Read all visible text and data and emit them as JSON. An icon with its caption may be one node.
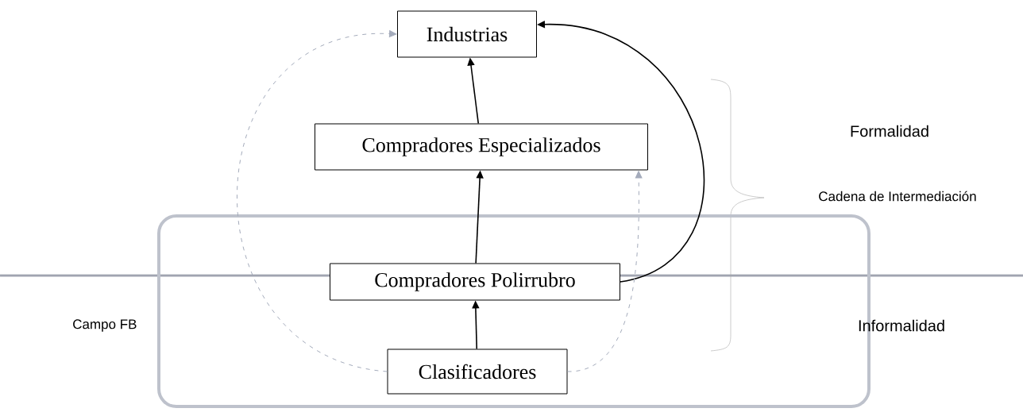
{
  "diagram": {
    "nodes": [
      {
        "text": [
          "Campo FB"
        ]
      },
      {
        "text": [
          "Industrias"
        ]
      },
      {
        "text": [
          "Compradores Especializados"
        ]
      },
      {
        "text": [
          "Compradores Polirrubro"
        ],
        "in": 0
      },
      {
        "text": [
          "Clasificadores"
        ],
        "in": 0
      }
    ],
    "edges": [
      {
        "from": 2,
        "to": 1,
        "arrow": "to"
      },
      {
        "from": 3,
        "to": 2,
        "arrow": "to"
      },
      {
        "from": 4,
        "to": 3,
        "arrow": "to"
      },
      {
        "from": 3,
        "to": 1,
        "arrow": "to"
      },
      {
        "from": 4,
        "to": 1,
        "arrow": "to",
        "style": "dashed",
        "color": "#a4abbb"
      },
      {
        "from": 4,
        "to": 2,
        "arrow": "to",
        "style": "dashed",
        "color": "#a4abbb"
      }
    ],
    "labels": [
      "Formalidad",
      "Cadena de Intermediación",
      "Informalidad"
    ]
  }
}
